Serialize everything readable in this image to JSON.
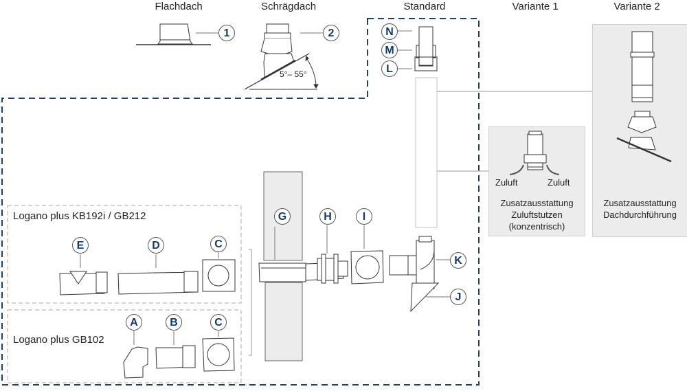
{
  "headings": {
    "flachdach": "Flachdach",
    "schraegdach": "Schrägdach",
    "standard": "Standard",
    "variante1": "Variante 1",
    "variante2": "Variante 2"
  },
  "angle_label": "5°– 55°",
  "groups": {
    "kb192": "Logano plus KB192i / GB212",
    "gb102": "Logano plus GB102"
  },
  "callouts": {
    "c1": "1",
    "c2": "2",
    "N": "N",
    "M": "M",
    "L": "L",
    "E": "E",
    "D": "D",
    "C1": "C",
    "A": "A",
    "B": "B",
    "C2": "C",
    "G": "G",
    "H": "H",
    "I": "I",
    "K": "K",
    "J": "J"
  },
  "variante1_panel": {
    "zuluft_left": "Zuluft",
    "zuluft_right": "Zuluft",
    "caption_line1": "Zusatzausstattung",
    "caption_line2": "Zuluftstutzen",
    "caption_line3": "(konzentrisch)"
  },
  "variante2_panel": {
    "caption_line1": "Zusatzausstattung",
    "caption_line2": "Dachdurchführung"
  },
  "colors": {
    "accent_dash": "#1d3f6b",
    "callout_text": "#123b6b",
    "panel_bg": "#ececec",
    "wall_fill": "#ececec"
  }
}
